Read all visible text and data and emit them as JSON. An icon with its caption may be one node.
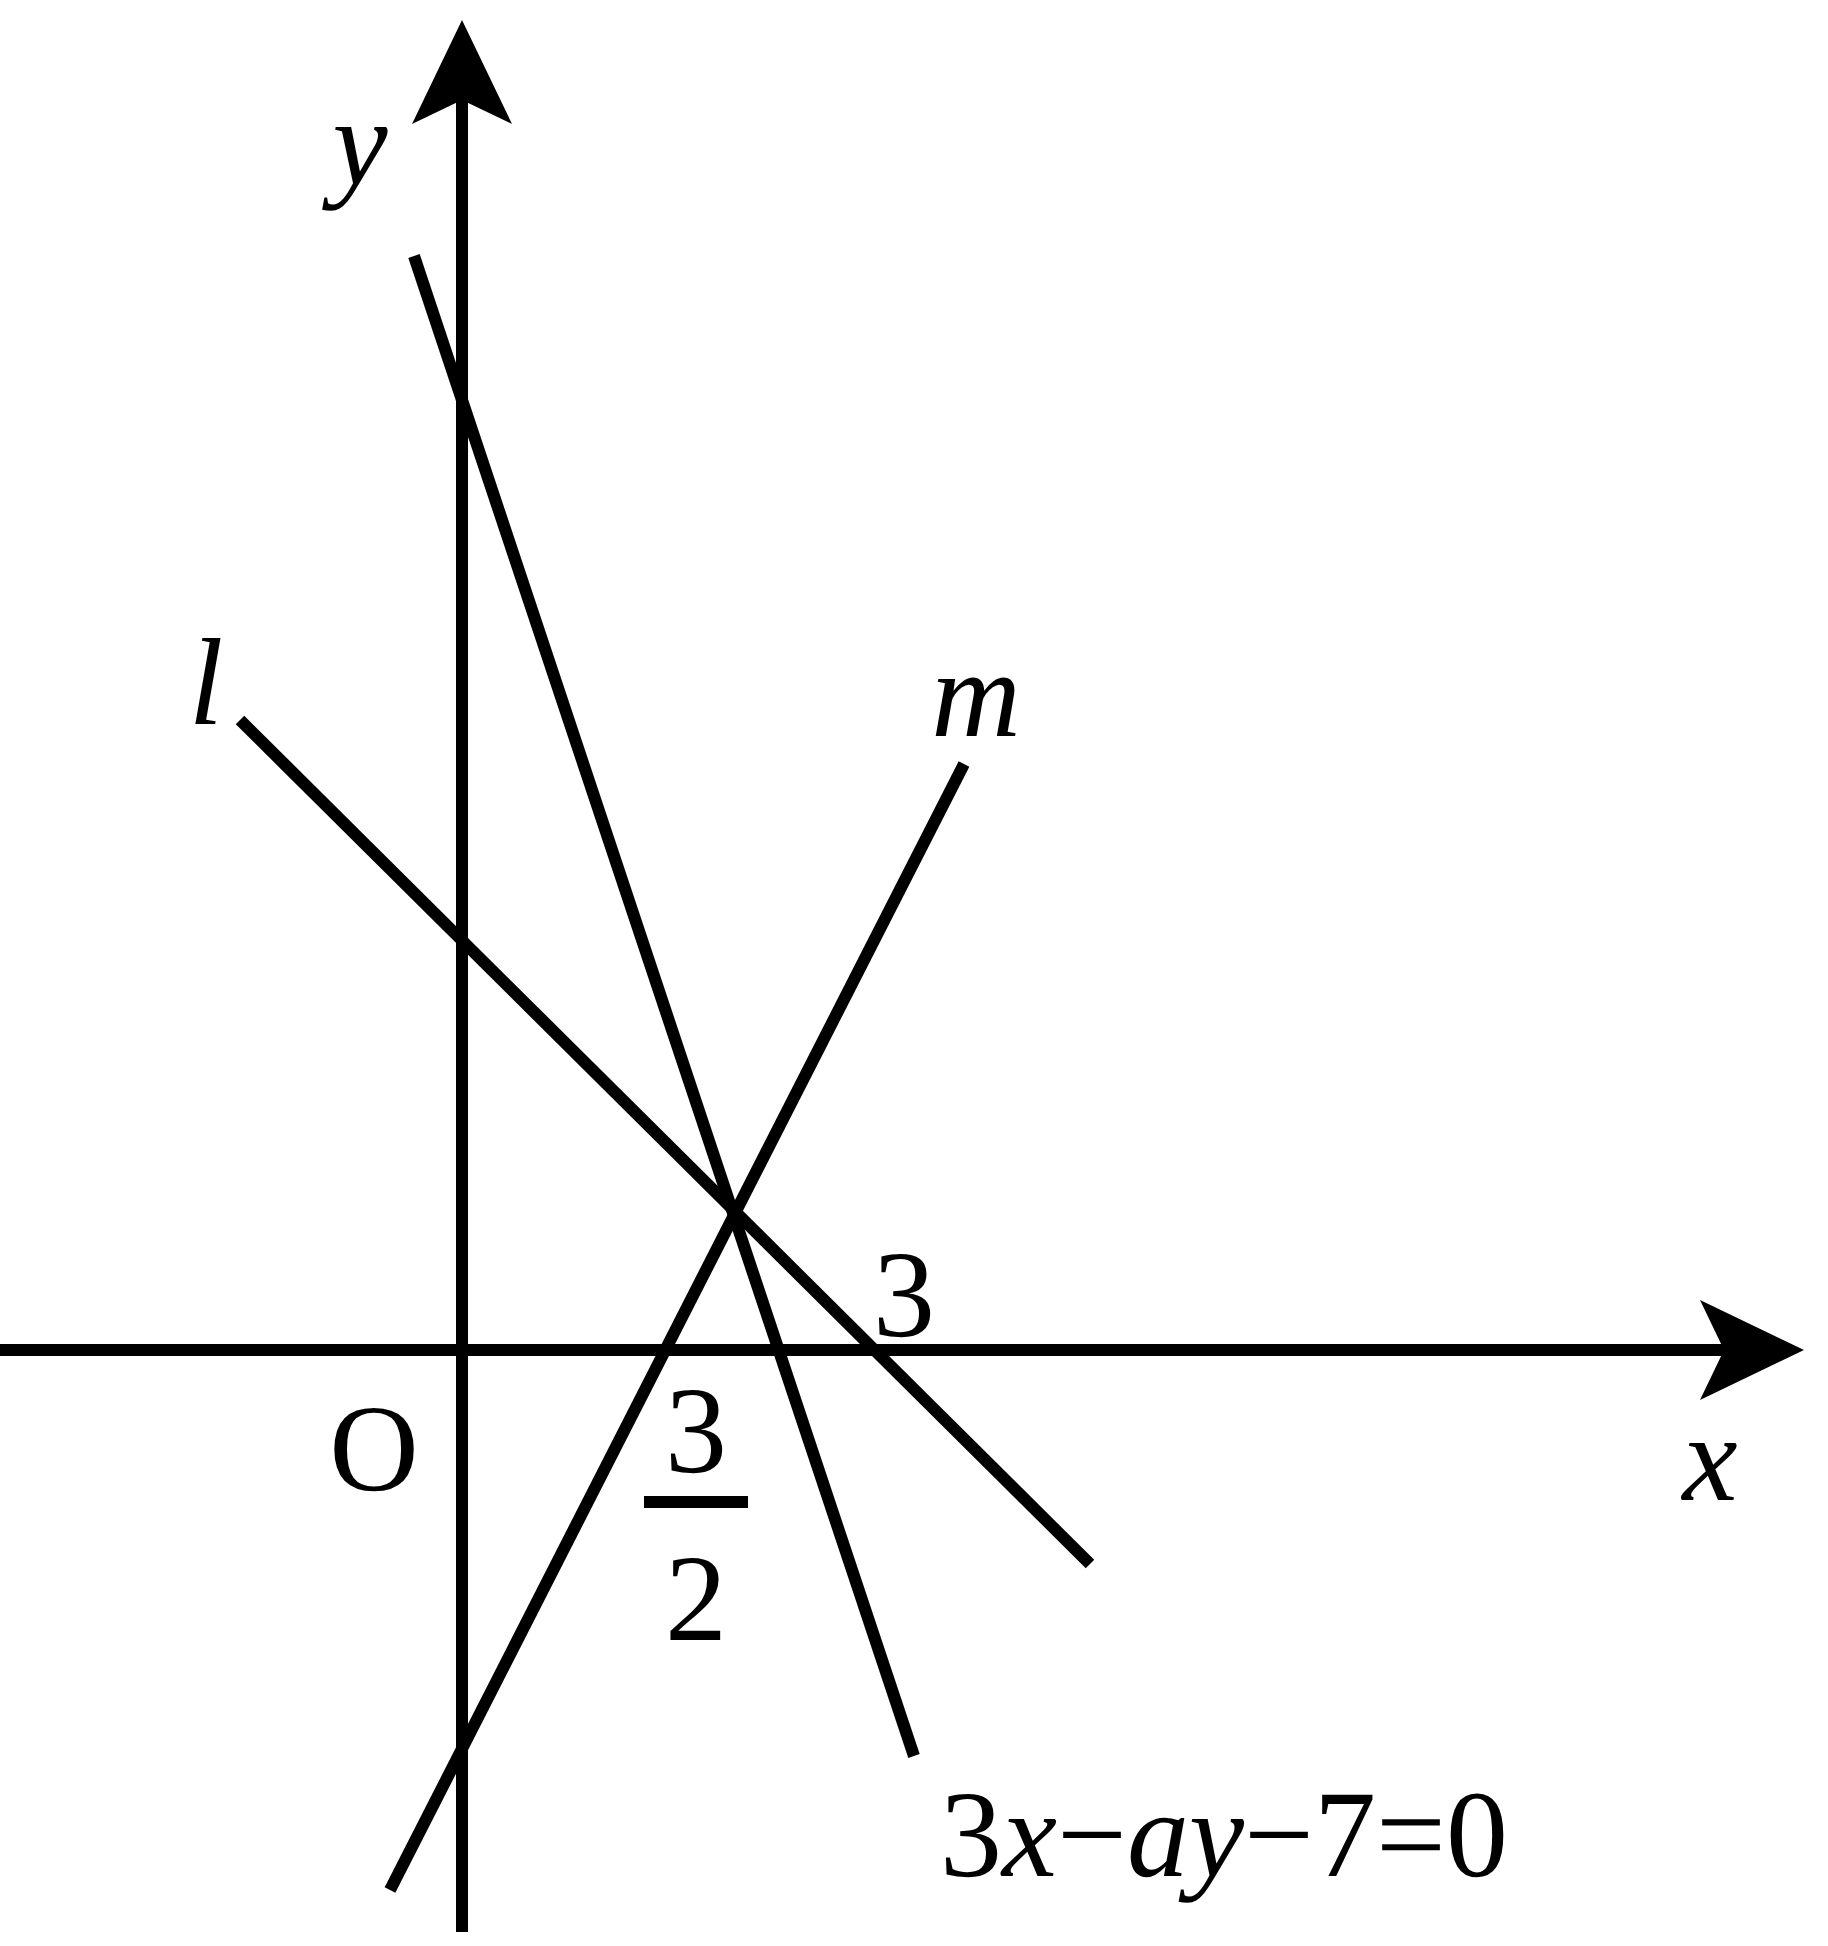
{
  "diagram": {
    "labels": [
      "y",
      "l",
      "m",
      "3",
      "O",
      "x",
      "3",
      "2",
      "3x−ay−7=0"
    ]
  }
}
